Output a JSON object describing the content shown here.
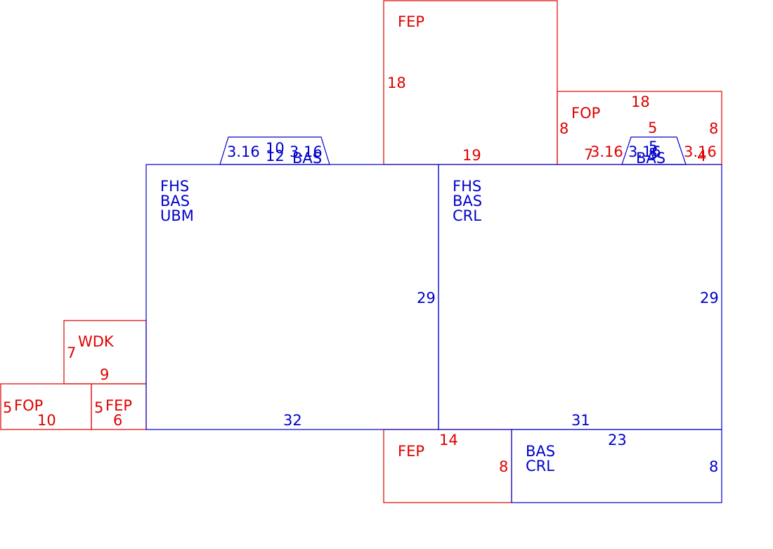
{
  "colors": {
    "red": "#e00000",
    "blue": "#0000cc"
  },
  "fep_top": {
    "code": "FEP",
    "side": "18",
    "bottom": "19"
  },
  "fop_right": {
    "code": "FOP",
    "top": "18",
    "left": "8",
    "right": "8",
    "inner": "5",
    "left_low": "7",
    "right_low": "4",
    "dim_a": "3.16",
    "dim_b": "3.16",
    "dim_c": "3.16"
  },
  "bay_left": {
    "code": "BAS",
    "top": "10",
    "bottom": "12",
    "side_a": "3.16",
    "side_b": "3.16"
  },
  "bay_right": {
    "code": "BAS",
    "top": "5",
    "bottom": "5"
  },
  "main_left": {
    "codes": [
      "FHS",
      "BAS",
      "UBM"
    ],
    "side": "29",
    "bottom": "32"
  },
  "main_right": {
    "codes": [
      "FHS",
      "BAS",
      "CRL"
    ],
    "side": "29",
    "bottom": "31"
  },
  "wdk": {
    "code": "WDK",
    "side": "7",
    "bottom": "9"
  },
  "fop_left": {
    "code": "FOP",
    "side": "5",
    "bottom": "10"
  },
  "fep_left": {
    "code": "FEP",
    "side": "5",
    "bottom": "6"
  },
  "fep_bottom": {
    "code": "FEP",
    "top": "14",
    "side": "8"
  },
  "crl_bottom": {
    "codes": [
      "BAS",
      "CRL"
    ],
    "top": "23",
    "side": "8"
  }
}
